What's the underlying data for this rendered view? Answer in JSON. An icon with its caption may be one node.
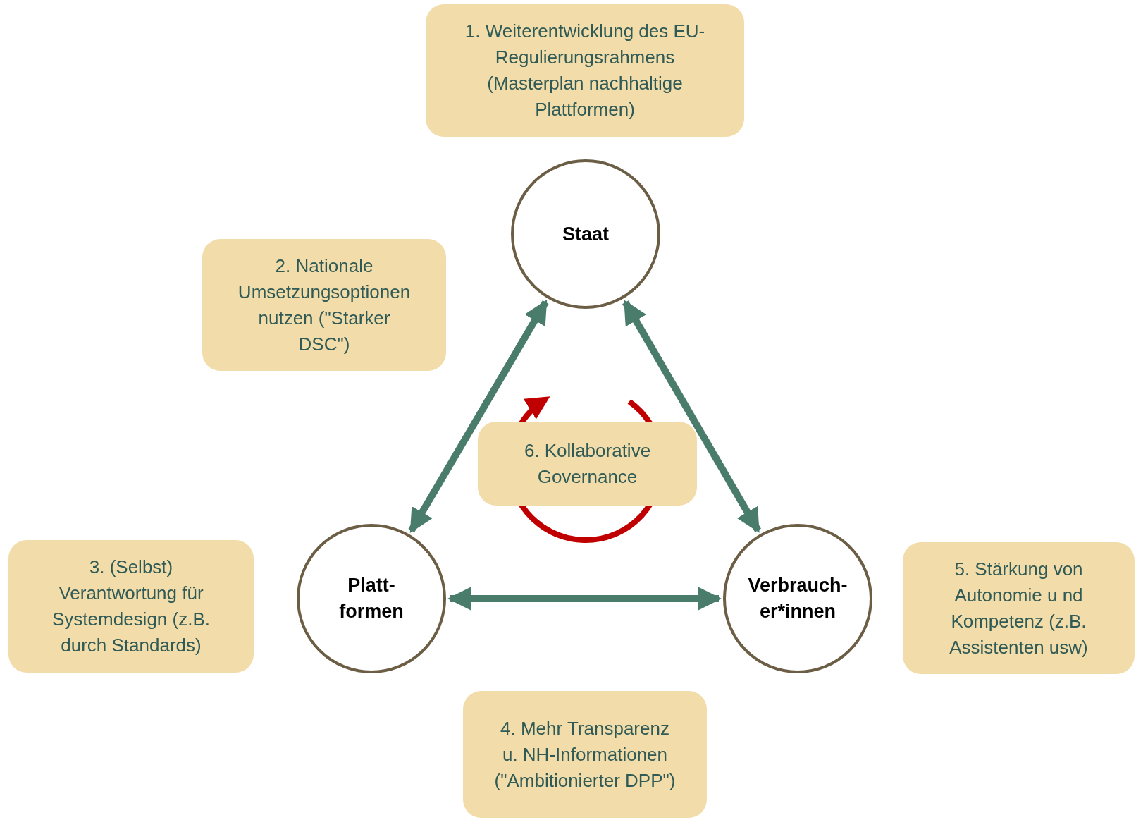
{
  "diagram": {
    "nodes": [
      {
        "text": [
          "1. Weiterentwicklung des EU-Regulierungsrahmens (Masterplan nachhaltige Plattformen)"
        ]
      },
      {
        "text": [
          "Staat"
        ]
      },
      {
        "text": [
          "2. Nationale Umsetzungsoptionen nutzen (\"Starker DSC\")"
        ]
      },
      {
        "text": [
          "6. Kollaborative Governance"
        ]
      },
      {
        "text": [
          "3. (Selbst) Verantwortung für Systemdesign (z.B. durch Standards)"
        ]
      },
      {
        "text": [
          "Platt- formen"
        ]
      },
      {
        "text": [
          "Verbrauch- er*innen"
        ]
      },
      {
        "text": [
          "5. Stärkung von Autonomie u nd Kompetenz (z.B. Assistenten usw)"
        ]
      },
      {
        "text": [
          "4. Mehr Transparenz u. NH-Informationen (\"Ambitionierter DPP\")"
        ]
      }
    ],
    "edges": [
      {
        "from": 5,
        "to": 1,
        "arrow": "both"
      },
      {
        "from": 1,
        "to": 6,
        "arrow": "both"
      },
      {
        "from": 5,
        "to": 6,
        "arrow": "both"
      }
    ]
  }
}
